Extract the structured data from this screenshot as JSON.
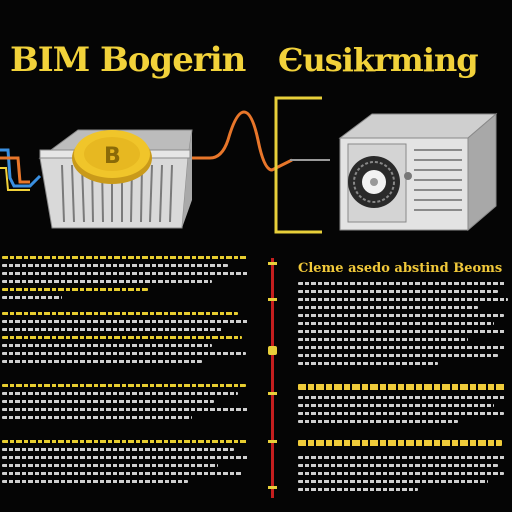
{
  "title": {
    "word1": "BIM",
    "word2": "Bogerin",
    "word3": "Єusikrming"
  },
  "right_column": {
    "heading_1": "Cleme asedo abstind Beoms"
  },
  "colors": {
    "accent_yellow": "#f2d23a",
    "timeline_red": "#c51e1e",
    "wire_orange": "#e8762a",
    "wire_blue": "#3a8fe0",
    "background": "#050505"
  },
  "icons": [
    "mining-rig-icon",
    "bitcoin-coin-icon",
    "server-cabinet-icon",
    "cooling-fan-icon"
  ]
}
